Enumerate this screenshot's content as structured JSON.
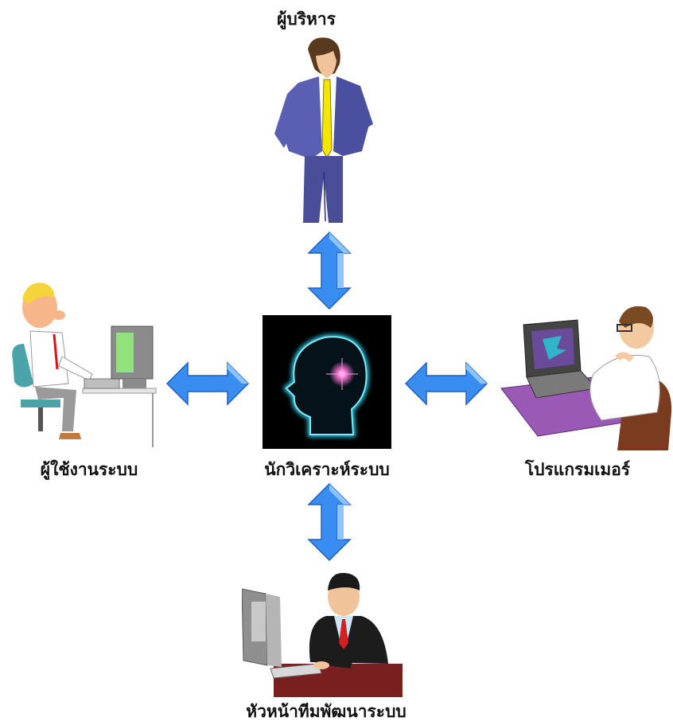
{
  "diagram": {
    "center": {
      "label": "นักวิเคราะห์ระบบ",
      "icon": "glowing-head-icon"
    },
    "top": {
      "label": "ผู้บริหาร",
      "icon": "executive-figure-icon"
    },
    "left": {
      "label": "ผู้ใช้งานระบบ",
      "icon": "computer-user-figure-icon"
    },
    "right": {
      "label": "โปรแกรมเมอร์",
      "icon": "programmer-figure-icon"
    },
    "bottom": {
      "label": "หัวหน้าทีมพัฒนาระบบ",
      "icon": "team-leader-figure-icon"
    },
    "colors": {
      "arrow": "#3a8df0",
      "arrow_dark": "#1f5fc4",
      "glow": "#2fd0e8",
      "center_bg": "#000000"
    }
  }
}
